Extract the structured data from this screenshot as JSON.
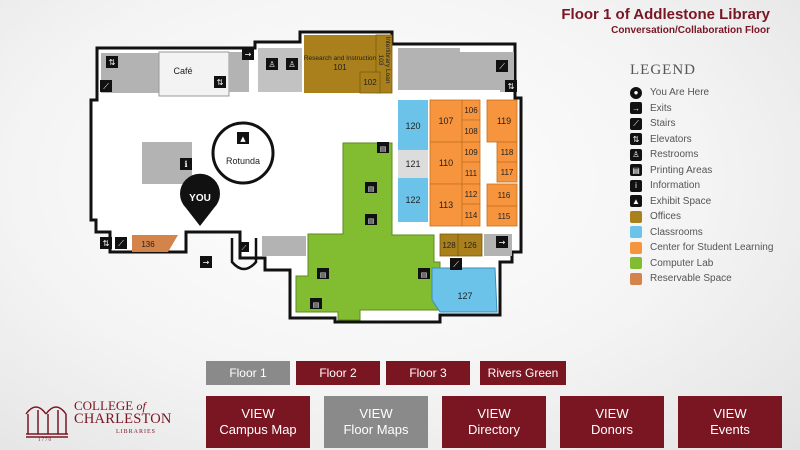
{
  "header": {
    "title": "Floor 1 of Addlestone Library",
    "subtitle": "Conversation/Collaboration Floor"
  },
  "legend": {
    "title": "LEGEND",
    "items": [
      {
        "label": "You Are Here",
        "icon": "you-are-here-icon",
        "glyph": "●",
        "iconbg": "#111"
      },
      {
        "label": "Exits",
        "icon": "exit-icon",
        "glyph": "→",
        "iconbg": "#111"
      },
      {
        "label": "Stairs",
        "icon": "stairs-icon",
        "glyph": "⟋",
        "iconbg": "#111"
      },
      {
        "label": "Elevators",
        "icon": "elevator-icon",
        "glyph": "⇅",
        "iconbg": "#111"
      },
      {
        "label": "Restrooms",
        "icon": "restroom-icon",
        "glyph": "♙",
        "iconbg": "#111"
      },
      {
        "label": "Printing Areas",
        "icon": "printer-icon",
        "glyph": "▤",
        "iconbg": "#111"
      },
      {
        "label": "Information",
        "icon": "info-icon",
        "glyph": "i",
        "iconbg": "#111"
      },
      {
        "label": "Exhibit Space",
        "icon": "exhibit-icon",
        "glyph": "▲",
        "iconbg": "#111"
      }
    ],
    "swatches": [
      {
        "label": "Offices",
        "color": "#a9801c"
      },
      {
        "label": "Classrooms",
        "color": "#6cc3e9"
      },
      {
        "label": "Center for Student Learning",
        "color": "#f7953f"
      },
      {
        "label": "Computer Lab",
        "color": "#82bd31"
      },
      {
        "label": "Reservable Space",
        "color": "#d4834a"
      }
    ]
  },
  "map": {
    "cafe": "Café",
    "rotunda": "Rotunda",
    "you": "YOU",
    "research": "Research and Instruction",
    "research_num": "101",
    "interlibrary": "Interlibrary Loan",
    "interlibrary_num": "103",
    "r102": "102",
    "r136": "136",
    "r120": "120",
    "r121": "121",
    "r122": "122",
    "r107": "107",
    "r106": "106",
    "r108": "108",
    "r109": "109",
    "r110": "110",
    "r111": "111",
    "r112": "112",
    "r113": "113",
    "r114": "114",
    "r119": "119",
    "r118": "118",
    "r117": "117",
    "r116": "116",
    "r115": "115",
    "r128": "128",
    "r126": "126",
    "r127": "127"
  },
  "floor_tabs": [
    {
      "label": "Floor 1",
      "active": true
    },
    {
      "label": "Floor 2",
      "active": false
    },
    {
      "label": "Floor 3",
      "active": false
    },
    {
      "label": "Rivers Green",
      "active": false
    }
  ],
  "nav": [
    {
      "line1": "VIEW",
      "line2": "Campus Map",
      "active": false
    },
    {
      "line1": "VIEW",
      "line2": "Floor Maps",
      "active": true
    },
    {
      "line1": "VIEW",
      "line2": "Directory",
      "active": false
    },
    {
      "line1": "VIEW",
      "line2": "Donors",
      "active": false
    },
    {
      "line1": "VIEW",
      "line2": "Events",
      "active": false
    }
  ],
  "logo": {
    "line1": "COLLEGE",
    "of": "of",
    "line2": "CHARLESTON",
    "line3": "LIBRARIES",
    "year": "1770"
  },
  "colors": {
    "brand": "#7a1522",
    "inactive": "#8a8a8a",
    "office": "#a9801c",
    "classroom": "#6cc3e9",
    "csl": "#f7953f",
    "lab": "#82bd31",
    "reservable": "#d4834a",
    "gray_room": "#b3b3b3"
  }
}
